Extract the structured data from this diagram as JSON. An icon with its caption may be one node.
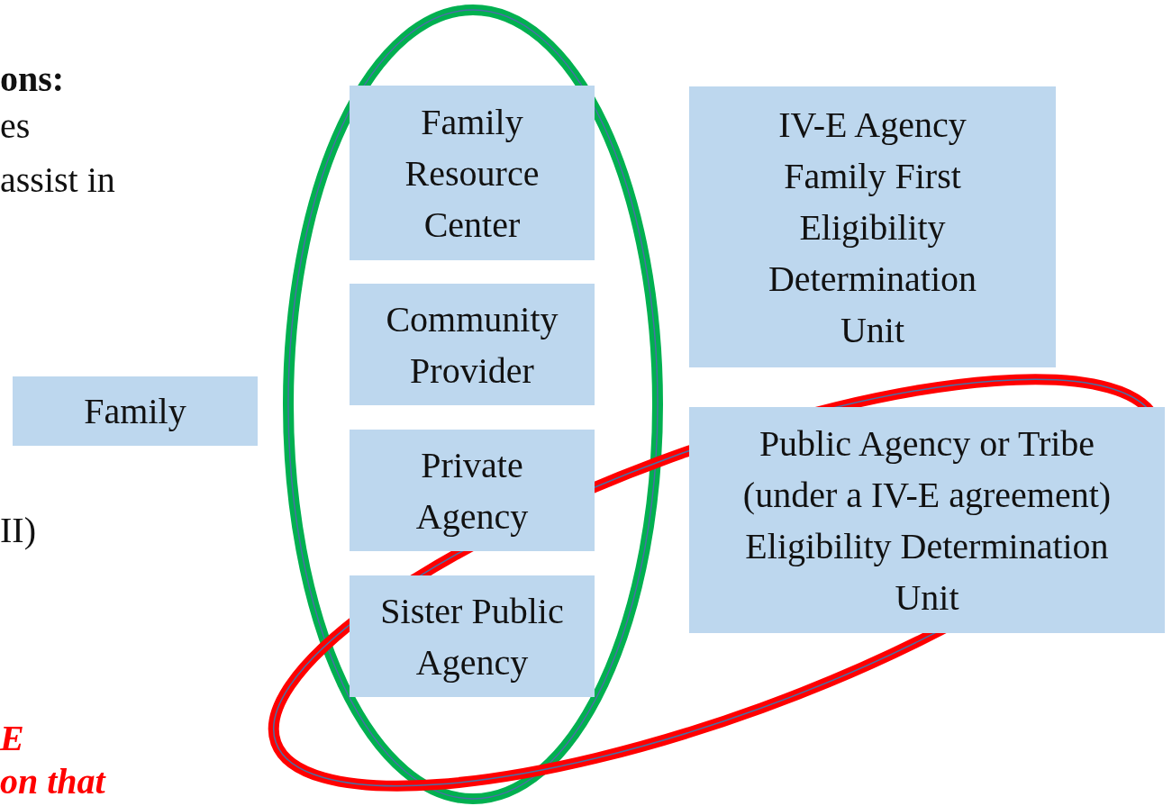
{
  "diagram": {
    "nodes": [
      {
        "text": [
          "Family Resource Center"
        ]
      },
      {
        "text": [
          "IV-E Agency Family First Eligibility Determination Unit"
        ]
      },
      {
        "text": [
          "Community Provider"
        ]
      },
      {
        "text": [
          "Family"
        ]
      },
      {
        "text": [
          "Private Agency"
        ]
      },
      {
        "text": [
          "Public Agency or Tribe (under a IV-E agreement) Eligibility Determination Unit"
        ]
      },
      {
        "text": [
          "Sister Public Agency"
        ]
      }
    ],
    "labels": [
      "ons:",
      "es",
      "assist in",
      "II)",
      "E",
      "on that"
    ]
  }
}
